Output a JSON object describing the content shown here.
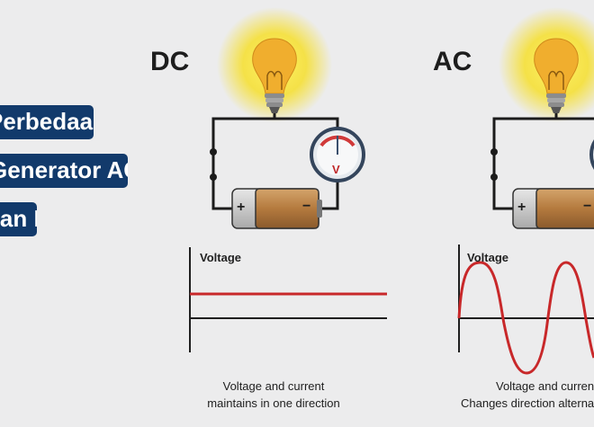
{
  "title_lines": [
    "Perbedaan",
    "Generator AC",
    "dan DC"
  ],
  "dc": {
    "heading": "DC",
    "meter_symbol": "V",
    "battery_plus": "+",
    "battery_minus": "−",
    "graph_axis_label": "Voltage",
    "caption_line1": "Voltage and current",
    "caption_line2": "maintains in one direction"
  },
  "ac": {
    "heading": "AC",
    "battery_plus": "+",
    "battery_minus": "−",
    "graph_axis_label": "Voltage",
    "caption_line1": "Voltage and current",
    "caption_line2": "Changes direction alternately"
  },
  "colors": {
    "background": "#ececed",
    "tag_bg": "#123a6b",
    "wire": "#1b1b1b",
    "signal": "#c8282a",
    "bulb_glow": "#f5dc2a",
    "bulb": "#f2b12f",
    "battery": "#b17a3f"
  },
  "icons": [
    "light-bulb-icon",
    "voltmeter-icon",
    "battery-icon"
  ]
}
